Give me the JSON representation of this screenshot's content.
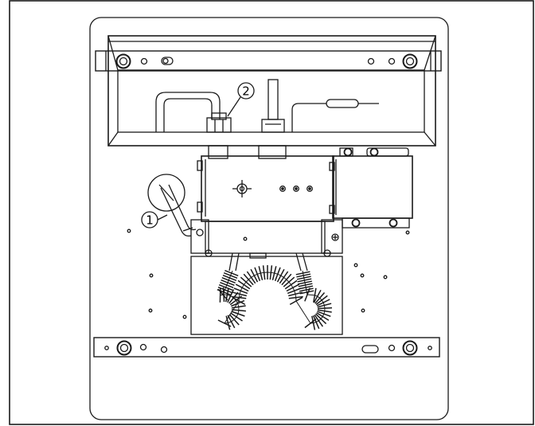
{
  "diagram": {
    "callouts": [
      {
        "id": "1",
        "label": "1"
      },
      {
        "id": "2",
        "label": "2"
      }
    ],
    "colors": {
      "line": "#1a1a1a",
      "background": "#ffffff"
    },
    "icons": [
      "screw-icon",
      "heater-coil-icon",
      "rotary-knob-icon",
      "tube-icon",
      "temperature-probe-icon"
    ]
  }
}
